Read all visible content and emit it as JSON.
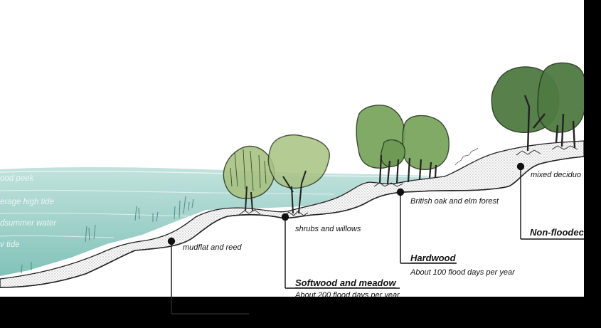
{
  "water_levels": [
    {
      "id": "flood",
      "label": "ood peek"
    },
    {
      "id": "high",
      "label": "erage high tide"
    },
    {
      "id": "summer",
      "label": "dsummer water"
    },
    {
      "id": "low",
      "label": "v tide"
    }
  ],
  "zones": {
    "mudflat": {
      "label": "mudflat and reed"
    },
    "shrubs": {
      "label": "shrubs and willows"
    },
    "oak": {
      "label": "British oak and elm forest"
    },
    "mixed": {
      "label": "mixed deciduo"
    }
  },
  "categories": {
    "softwood": {
      "title": "Softwood and meadow",
      "subtitle": "About 200 flood days per year"
    },
    "hardwood": {
      "title": "Hardwood",
      "subtitle": "About 100 flood days per year"
    },
    "nonflooded": {
      "title": "Non-floodec"
    }
  },
  "colors": {
    "water": "#7cc2b8",
    "tree_light": "#a8c282",
    "tree_mid": "#77a35b",
    "tree_dark": "#4f7a42",
    "ground_hatch": "#222222",
    "frame": "#000000"
  }
}
